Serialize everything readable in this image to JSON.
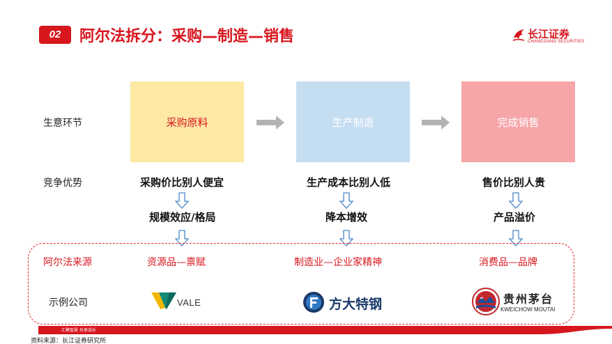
{
  "header": {
    "badge": "02",
    "title": "阿尔法拆分：采购—制造—销售"
  },
  "brand": {
    "name_cn": "长江证券",
    "name_en": "CHANGJIANG SECURITIES",
    "icon": "changjiang-phoenix-icon",
    "color": "#d7161e"
  },
  "rows": {
    "business": "生意环节",
    "advantage": "竞争优势",
    "alpha_source": "阿尔法来源",
    "example": "示例公司"
  },
  "stages": [
    {
      "label": "采购原料",
      "color": "#fde9a4"
    },
    {
      "label": "生产制造",
      "color": "#c5ddf1"
    },
    {
      "label": "完成销售",
      "color": "#f6a5a8"
    }
  ],
  "advantages": [
    {
      "primary": "采购价比别人便宜",
      "secondary": "规模效应/格局"
    },
    {
      "primary": "生产成本比别人低",
      "secondary": "降本增效"
    },
    {
      "primary": "售价比别人贵",
      "secondary": "产品溢价"
    }
  ],
  "sources": [
    "资源品—禀赋",
    "制造业—企业家精神",
    "消费品—品牌"
  ],
  "companies": [
    {
      "logo_text": "VALE",
      "icon": "vale-v-logo-icon"
    },
    {
      "logo_text": "方大特钢",
      "icon": "fangda-logo-icon"
    },
    {
      "logo_text": "贵州茅台",
      "logo_sub": "KWEICHOW MOUTAI",
      "icon": "moutai-logo-icon"
    }
  ],
  "footer": {
    "slogan": "汇聚智慧     共享成长",
    "source_note": "资料来源：长江证券研究所"
  }
}
